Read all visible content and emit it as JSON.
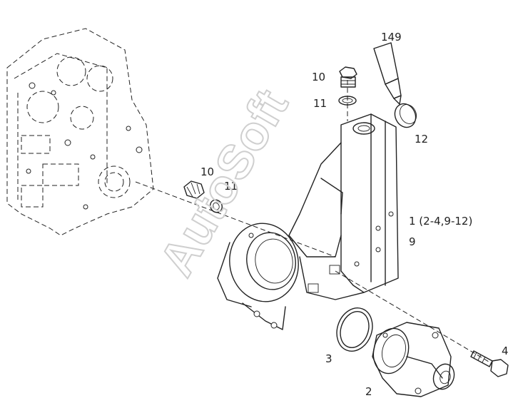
{
  "watermark": "AutoSoft",
  "callouts": {
    "tube_149": "149",
    "plug_10_top": "10",
    "seal_11_top": "11",
    "cap_12": "12",
    "plug_10_left": "10",
    "seal_11_left": "11",
    "housing_1": "1 (2-4,9-12)",
    "gasket_9": "9",
    "oring_3": "3",
    "pump_2": "2",
    "bolt_4": "4"
  }
}
